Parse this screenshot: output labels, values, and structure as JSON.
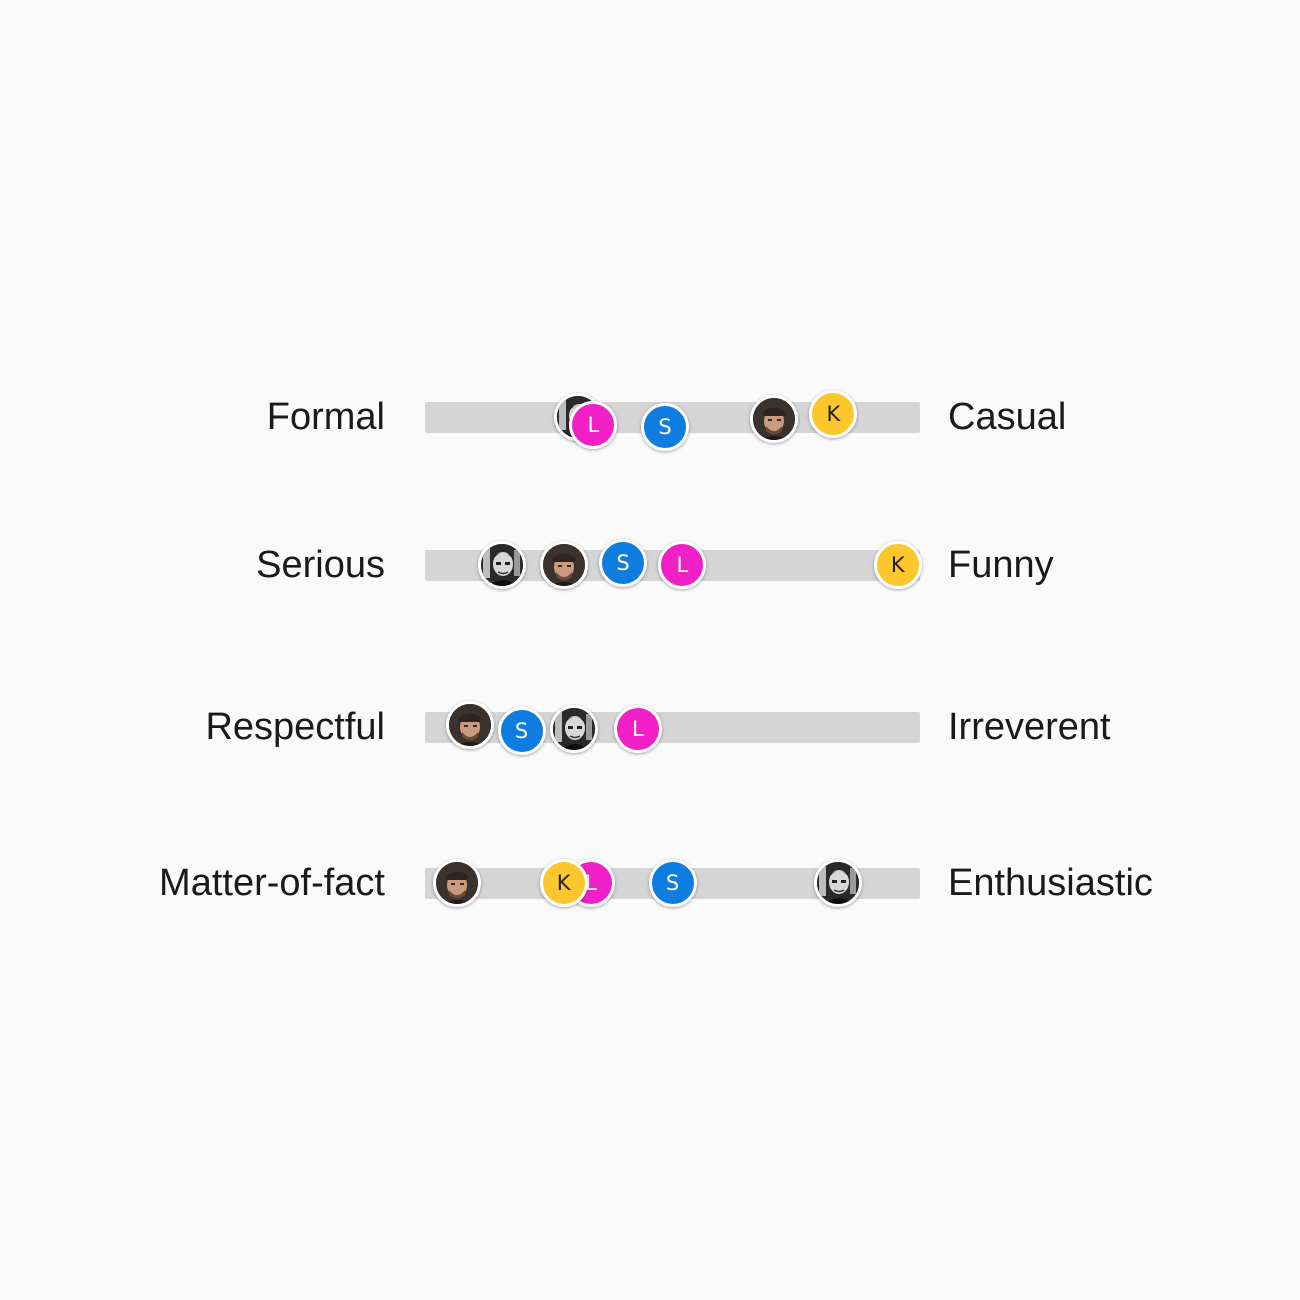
{
  "participants": {
    "L": {
      "initial": "L",
      "color": "#f020c6",
      "text_color": "#ffffff"
    },
    "S": {
      "initial": "S",
      "color": "#0f7de0",
      "text_color": "#ffffff"
    },
    "K": {
      "initial": "K",
      "color": "#fcc72d",
      "text_color": "#222222"
    },
    "P1": {
      "photo": "photo-avatar-bw"
    },
    "P2": {
      "photo": "photo-avatar-color"
    }
  },
  "scales": [
    {
      "left": "Formal",
      "right": "Casual",
      "markers": [
        {
          "who": "P1",
          "value": 0.31,
          "offset": 0
        },
        {
          "who": "L",
          "value": 0.34,
          "offset": 8
        },
        {
          "who": "S",
          "value": 0.485,
          "offset": 10
        },
        {
          "who": "P2",
          "value": 0.705,
          "offset": 2
        },
        {
          "who": "K",
          "value": 0.825,
          "offset": -3
        }
      ]
    },
    {
      "left": "Serious",
      "right": "Funny",
      "markers": [
        {
          "who": "P1",
          "value": 0.155,
          "offset": 0
        },
        {
          "who": "P2",
          "value": 0.28,
          "offset": 0
        },
        {
          "who": "S",
          "value": 0.4,
          "offset": -2
        },
        {
          "who": "L",
          "value": 0.52,
          "offset": 0
        },
        {
          "who": "K",
          "value": 0.955,
          "offset": 0
        }
      ]
    },
    {
      "left": "Respectful",
      "right": "Irreverent",
      "markers": [
        {
          "who": "P2",
          "value": 0.09,
          "offset": -2
        },
        {
          "who": "S",
          "value": 0.195,
          "offset": 4
        },
        {
          "who": "P1",
          "value": 0.3,
          "offset": 2
        },
        {
          "who": "L",
          "value": 0.43,
          "offset": 2
        }
      ]
    },
    {
      "left": "Matter-of-fact",
      "right": "Enthusiastic",
      "markers": [
        {
          "who": "P2",
          "value": 0.065,
          "offset": 0
        },
        {
          "who": "L",
          "value": 0.335,
          "offset": 0
        },
        {
          "who": "K",
          "value": 0.28,
          "offset": 0
        },
        {
          "who": "S",
          "value": 0.5,
          "offset": 0
        },
        {
          "who": "P1",
          "value": 0.835,
          "offset": 0
        }
      ]
    }
  ]
}
